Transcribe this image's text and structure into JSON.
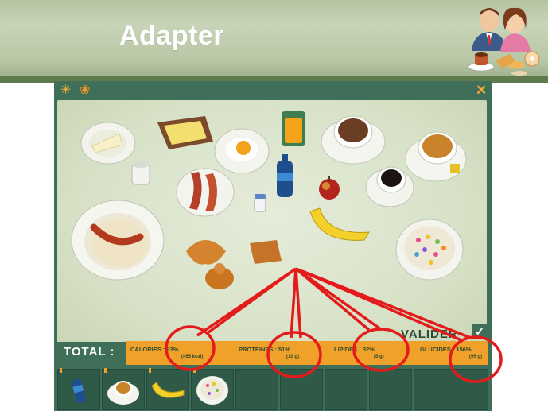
{
  "header": {
    "title": "Adapter",
    "logo_icon": "family-breakfast-icon"
  },
  "game": {
    "corner_icons": [
      "star-icon",
      "flower-icon",
      "close-icon"
    ],
    "foods": [
      "cheese-plate",
      "toast-with-butter",
      "orange-juice",
      "cup-of-chocolate",
      "cup-of-tea",
      "yogurt",
      "fried-egg",
      "water-bottle",
      "coffee-cup",
      "bacon-plate",
      "apple",
      "banana",
      "beans-and-sausage-plate",
      "croissant",
      "brioche",
      "pain-au-chocolat",
      "salt-shaker",
      "cereal-bowl"
    ],
    "valider_label": "VALIDER",
    "total_label": "TOTAL :",
    "nutrients": [
      {
        "label": "CALORIES : 93%",
        "sub": "(465 kcal)"
      },
      {
        "label": "PROTEINES : 51%",
        "sub": "(10 g)"
      },
      {
        "label": "LIPIDES : 32%",
        "sub": "(5 g)"
      },
      {
        "label": "GLUCIDES : 156%",
        "sub": "(95 g)"
      }
    ],
    "tray_items": [
      "water-bottle",
      "cup-of-tea",
      "banana",
      "cereal-bowl"
    ]
  },
  "colors": {
    "frame": "#3f6f59",
    "accent_orange": "#f0a12a",
    "annotation_red": "#e31b1b"
  }
}
